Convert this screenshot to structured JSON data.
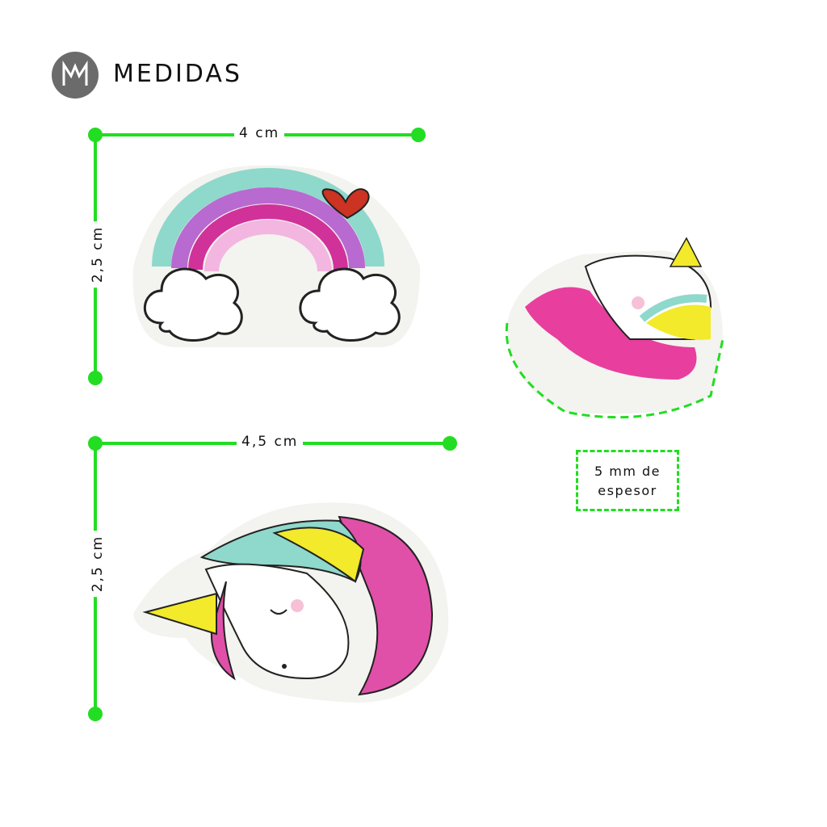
{
  "header": {
    "title": "MEDIDAS",
    "logo_icon": "ruler-m-logo"
  },
  "rainbow": {
    "width_label": "4 cm",
    "height_label": "2,5 cm"
  },
  "unicorn_head": {
    "width_label": "4,5 cm",
    "height_label": "2,5 cm"
  },
  "thickness": {
    "line1": "5 mm de",
    "line2": "espesor"
  },
  "colors": {
    "measure_line": "#22dd22",
    "pink": "#e83e9e",
    "teal": "#8fd8cc",
    "purple": "#b86ad0",
    "yellow": "#f2ea2a",
    "heart": "#cc3322"
  }
}
